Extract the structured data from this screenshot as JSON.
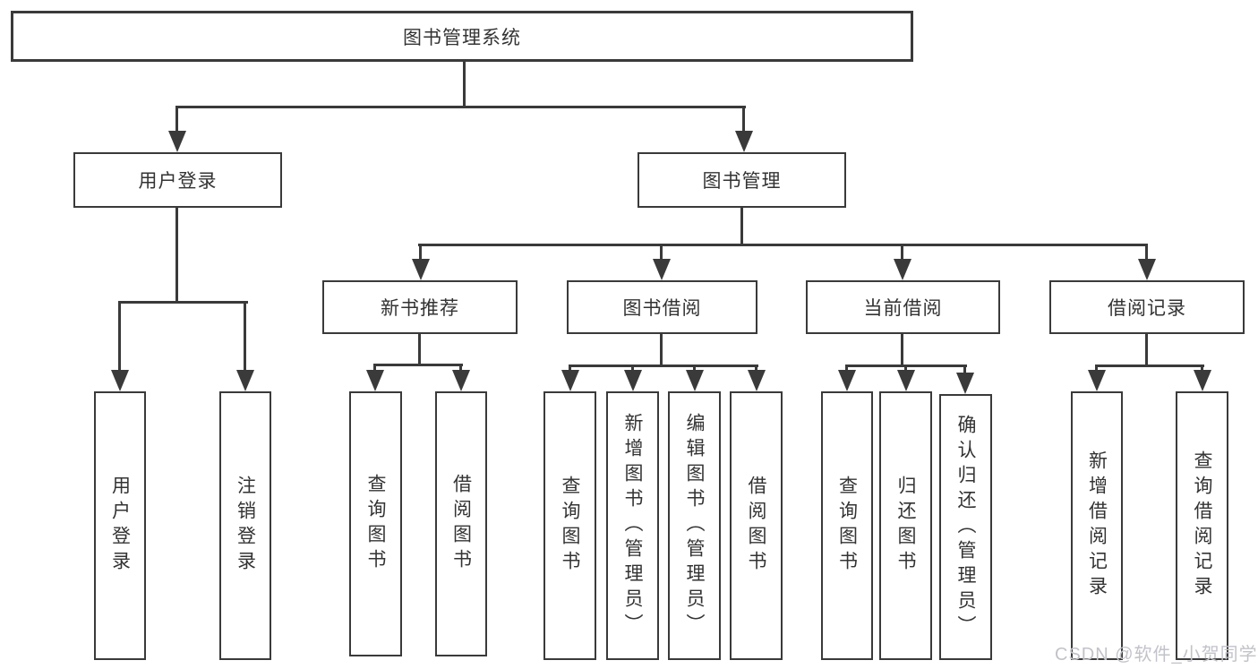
{
  "tree": {
    "label": "图书管理系统",
    "children": [
      {
        "label": "用户登录",
        "children": [
          {
            "label": "用户登录"
          },
          {
            "label": "注销登录"
          }
        ]
      },
      {
        "label": "图书管理",
        "children": [
          {
            "label": "新书推荐",
            "children": [
              {
                "label": "查询图书"
              },
              {
                "label": "借阅图书"
              }
            ]
          },
          {
            "label": "图书借阅",
            "children": [
              {
                "label": "查询图书"
              },
              {
                "label": "新增图书（管理员）"
              },
              {
                "label": "编辑图书（管理员）"
              },
              {
                "label": "借阅图书"
              }
            ]
          },
          {
            "label": "当前借阅",
            "children": [
              {
                "label": "查询图书"
              },
              {
                "label": "归还图书"
              },
              {
                "label": "确认归还（管理员）"
              }
            ]
          },
          {
            "label": "借阅记录",
            "children": [
              {
                "label": "新增借阅记录"
              },
              {
                "label": "查询借阅记录"
              }
            ]
          }
        ]
      }
    ]
  },
  "watermark": {
    "text": "CSDN @软件_小贺同学"
  },
  "colors": {
    "line": "#3a3a3a",
    "text": "#333333",
    "bg": "#ffffff",
    "watermark": "#c2c3c9"
  }
}
